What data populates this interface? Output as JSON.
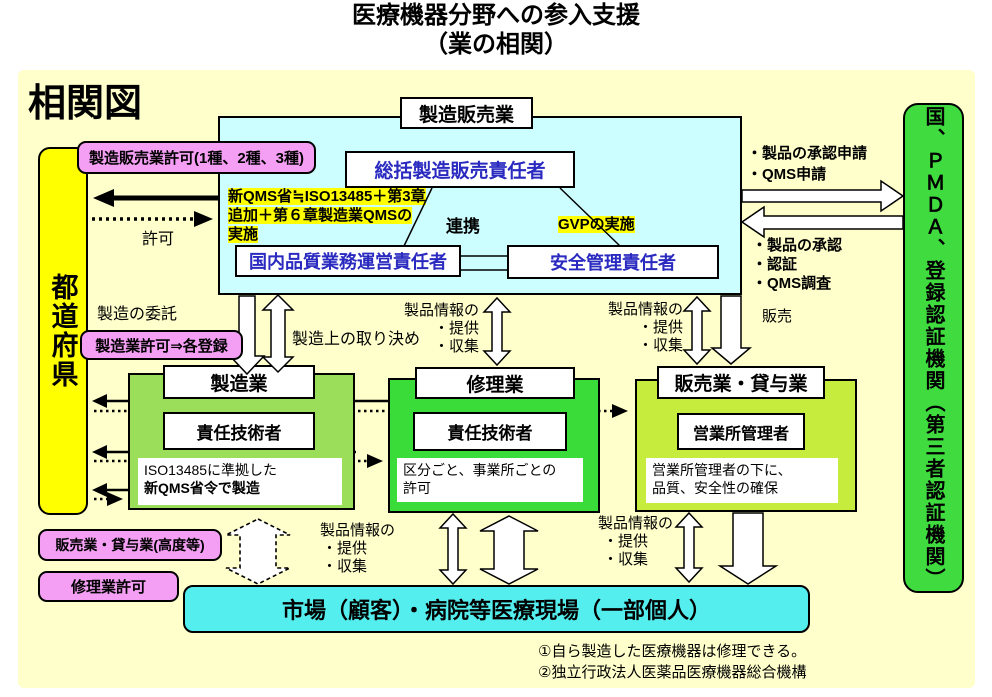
{
  "header": {
    "title1": "医療機器分野への参入支援",
    "title2": "（業の相関）",
    "heading": "相関図"
  },
  "prefecture": {
    "label": "都道府県"
  },
  "authority": {
    "label": "国、ＰＭＤＡ、登録認証機関（第三者認証機関）"
  },
  "permits": {
    "mah": "製造販売業許可(1種、2種、3種)",
    "mfr": "製造業許可⇒各登録",
    "sales": "販売業・貸与業(高度等)",
    "repair": "修理業許可"
  },
  "mah": {
    "title": "製造販売業",
    "soukatsu": "総括製造販売責任者",
    "kokunai": "国内品質業務運営責任者",
    "anzen": "安全管理責任者",
    "renkei": "連携",
    "gvp": "GVPの実施",
    "qms1": "新QMS省≒ISO13485＋第3章",
    "qms2": "追加＋第６章製造業QMSの",
    "qms3": "実施"
  },
  "flows": {
    "kyoka": "許可",
    "itaku": "製造の委託",
    "torikime": "製造上の取り決め",
    "hanbai": "販売",
    "info_head": "製品情報の",
    "info_give": "・提供",
    "info_collect": "・収集",
    "apply1": "・製品の承認申請",
    "apply2": "・QMS申請",
    "grant1": "・製品の承認",
    "grant2": "・認証",
    "grant3": "・QMS調査"
  },
  "mfr": {
    "title": "製造業",
    "person": "責任技術者",
    "note1": "ISO13485に準拠した",
    "note2": "新QMS省令で製造"
  },
  "repair": {
    "title": "修理業",
    "person": "責任技術者",
    "note1": "区分ごと、事業所ごとの",
    "note2": "許可"
  },
  "sales": {
    "title": "販売業・貸与業",
    "person": "営業所管理者",
    "note1": "営業所管理者の下に、",
    "note2": "品質、安全性の確保"
  },
  "market": {
    "label": "市場（顧客）・病院等医療現場（一部個人）"
  },
  "notes": {
    "n1": "①自ら製造した医療機器は修理できる。",
    "n2": "②独立行政法人医薬品医療機器総合機構"
  },
  "colors": {
    "background": "#FFFFCB",
    "prefecture_yellow": "#FFFF00",
    "authority_green": "#3FDB3F",
    "mah_cyan": "#CCFEFF",
    "mfr_green": "#9ADE59",
    "repair_green": "#3ADC3A",
    "sales_green": "#C6EC3E",
    "market_cyan": "#55EEEE",
    "permit_pink": "#F49FF4",
    "highlight_yellow": "#FFFF00",
    "person_blue": "#2A2AC0"
  }
}
